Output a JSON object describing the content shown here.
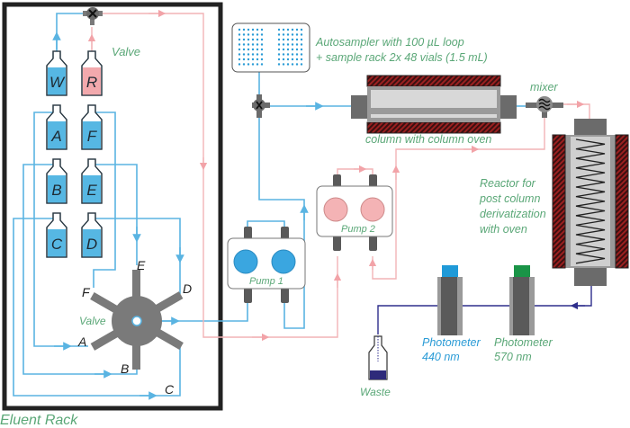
{
  "title": "HPLC setup with post-column derivatization",
  "colors": {
    "eluent_line": "#5ab4e2",
    "reagent_line": "#f2b3b6",
    "detector_line": "#2e2e8c",
    "label_green": "#5aa777",
    "label_blue": "#2a9bd6",
    "oven_red": "#8b1a1a",
    "device_gray": "#6b6b6b"
  },
  "eluent_rack": {
    "label": "Eluent Rack",
    "top_valve_label": "Valve",
    "selection_valve_label": "Valve",
    "bottles": [
      {
        "letter": "W",
        "liquid": "eluent"
      },
      {
        "letter": "R",
        "liquid": "reagent"
      },
      {
        "letter": "A",
        "liquid": "eluent"
      },
      {
        "letter": "F",
        "liquid": "eluent"
      },
      {
        "letter": "B",
        "liquid": "eluent"
      },
      {
        "letter": "E",
        "liquid": "eluent"
      },
      {
        "letter": "C",
        "liquid": "eluent"
      },
      {
        "letter": "D",
        "liquid": "eluent"
      }
    ],
    "valve_ports": [
      "E",
      "D",
      "C",
      "B",
      "A",
      "F"
    ]
  },
  "autosampler": {
    "label_line1": "Autosampler with 100 µL loop",
    "label_line2": "+ sample rack 2x 48 vials (1.5 mL)"
  },
  "column": {
    "label": "column with column oven"
  },
  "mixer": {
    "label": "mixer"
  },
  "reactor": {
    "label_lines": [
      "Reactor for",
      "post column",
      "derivatization",
      "with oven"
    ]
  },
  "pumps": [
    {
      "label": "Pump 1"
    },
    {
      "label": "Pump 2"
    }
  ],
  "detectors": [
    {
      "label": "Photometer",
      "wavelength": "440 nm",
      "cap_color": "#1f9ad8"
    },
    {
      "label": "Photometer",
      "wavelength": "570 nm",
      "cap_color": "#1a9447"
    }
  ],
  "waste": {
    "label": "Waste"
  }
}
